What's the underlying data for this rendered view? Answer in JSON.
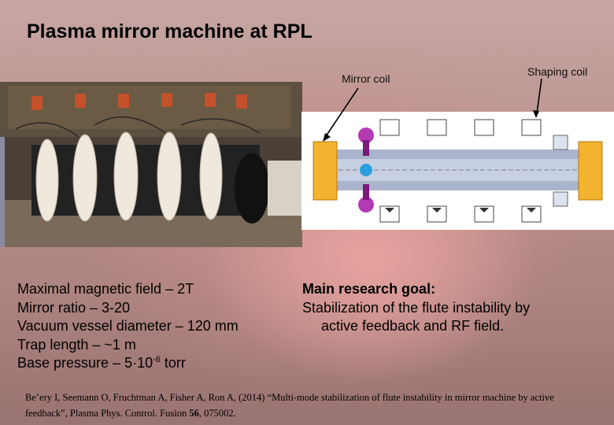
{
  "slide": {
    "title": "Plasma mirror machine at RPL",
    "labels": {
      "mirror_coil": "Mirror  coil",
      "shaping_coil": "Shaping coil"
    },
    "specs": {
      "magnetic_field": "Maximal magnetic field – 2T",
      "mirror_ratio": "Mirror ratio – 3-20",
      "vessel_diameter": "Vacuum vessel diameter – 120 mm",
      "trap_length": "Trap length – ~1 m",
      "base_pressure_prefix": "Base pressure – 5",
      "base_pressure_dot": "·",
      "base_pressure_mantissa": "10",
      "base_pressure_exp": "-6",
      "base_pressure_unit": " torr"
    },
    "goal": {
      "title": "Main research goal:",
      "line1": "Stabilization of the flute instability by",
      "line2": "active feedback and RF field."
    },
    "reference": {
      "authors": "Be’ery I,   Seemann O, Fruchtman A, Fisher A, Ron A, (2014)  ",
      "title": "“Multi-mode stabilization of flute instability in mirror machine by active feedback”",
      "journal": ", Plasma Phys. Control. Fusion ",
      "volume": "56",
      "pages": ", 075002."
    }
  }
}
